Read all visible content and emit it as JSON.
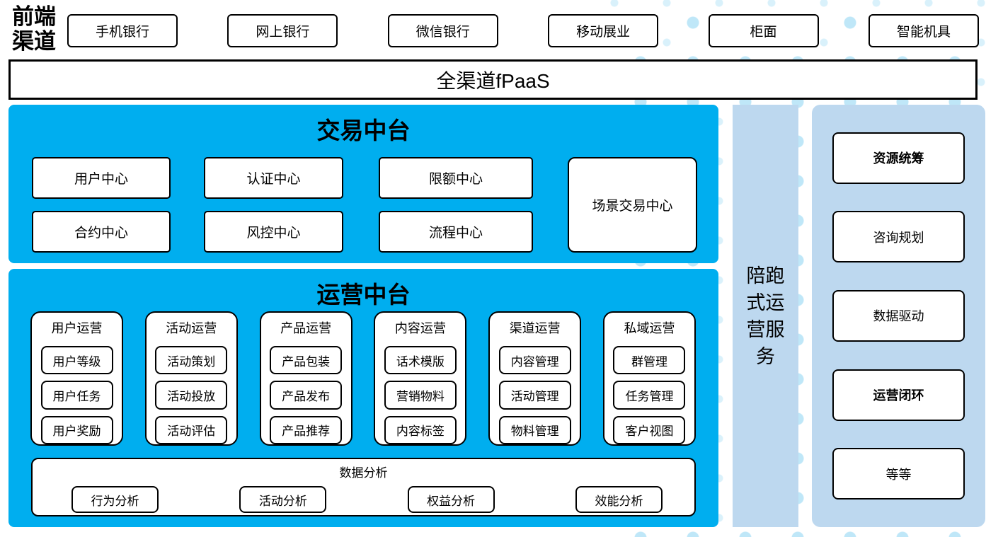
{
  "colors": {
    "primary_blue": "#00AEEF",
    "light_blue": "#BDD8EF",
    "dot_light": "#D9F1FB",
    "dot_dark": "#BFE7F8",
    "box_border": "#000000"
  },
  "front_channels": {
    "label": "前端渠道",
    "items": [
      {
        "label": "手机银行"
      },
      {
        "label": "网上银行"
      },
      {
        "label": "微信银行"
      },
      {
        "label": "移动展业"
      },
      {
        "label": "柜面"
      },
      {
        "label": "智能机具"
      }
    ]
  },
  "fpaas": {
    "label": "全渠道fPaaS"
  },
  "trading": {
    "title": "交易中台",
    "row1": [
      "用户中心",
      "认证中心",
      "限额中心"
    ],
    "row2": [
      "合约中心",
      "风控中心",
      "流程中心"
    ],
    "scene_center": "场景交易中心"
  },
  "operations": {
    "title": "运营中台",
    "columns": [
      {
        "title": "用户运营",
        "items": [
          "用户等级",
          "用户任务",
          "用户奖励"
        ]
      },
      {
        "title": "活动运营",
        "items": [
          "活动策划",
          "活动投放",
          "活动评估"
        ]
      },
      {
        "title": "产品运营",
        "items": [
          "产品包装",
          "产品发布",
          "产品推荐"
        ]
      },
      {
        "title": "内容运营",
        "items": [
          "话术模版",
          "营销物料",
          "内容标签"
        ]
      },
      {
        "title": "渠道运营",
        "items": [
          "内容管理",
          "活动管理",
          "物料管理"
        ]
      },
      {
        "title": "私域运营",
        "items": [
          "群管理",
          "任务管理",
          "客户视图"
        ]
      }
    ],
    "analysis": {
      "title": "数据分析",
      "items": [
        "行为分析",
        "活动分析",
        "权益分析",
        "效能分析"
      ]
    }
  },
  "companion_bar": {
    "label": "陪跑式运营服务"
  },
  "right_panel": {
    "items": [
      {
        "label": "资源统筹",
        "bold": true
      },
      {
        "label": "咨询规划",
        "bold": false
      },
      {
        "label": "数据驱动",
        "bold": false
      },
      {
        "label": "运营闭环",
        "bold": true
      },
      {
        "label": "等等",
        "bold": false
      }
    ]
  }
}
